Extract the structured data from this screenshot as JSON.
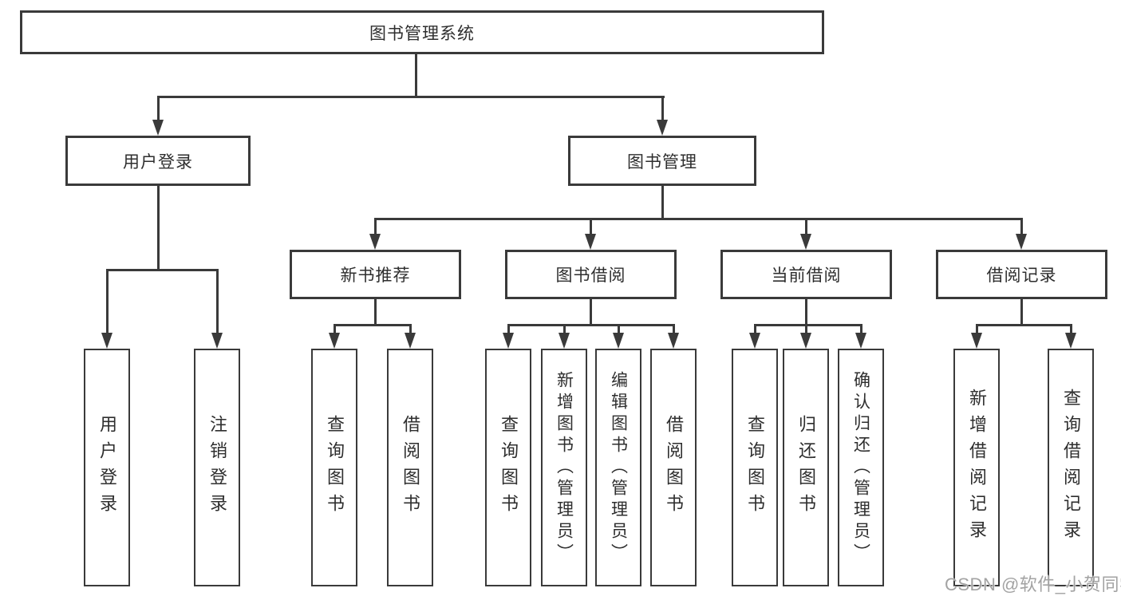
{
  "colors": {
    "line": "#3a3a3a",
    "text": "#2e2e2e",
    "background": "#ffffff",
    "watermark": "#a3a3a3"
  },
  "diagram": {
    "type": "hierarchy-flowchart",
    "root": {
      "label": "图书管理系统"
    },
    "branches": [
      {
        "label": "用户登录",
        "children": [
          {
            "label": "用户登录"
          },
          {
            "label": "注销登录"
          }
        ]
      },
      {
        "label": "图书管理",
        "sections": [
          {
            "label": "新书推荐",
            "children": [
              {
                "label": "查询图书"
              },
              {
                "label": "借阅图书"
              }
            ]
          },
          {
            "label": "图书借阅",
            "children": [
              {
                "label": "查询图书"
              },
              {
                "label": "新增图书（管理员）"
              },
              {
                "label": "编辑图书（管理员）"
              },
              {
                "label": "借阅图书"
              }
            ]
          },
          {
            "label": "当前借阅",
            "children": [
              {
                "label": "查询图书"
              },
              {
                "label": "归还图书"
              },
              {
                "label": "确认归还（管理员）"
              }
            ]
          },
          {
            "label": "借阅记录",
            "children": [
              {
                "label": "新增借阅记录"
              },
              {
                "label": "查询借阅记录"
              }
            ]
          }
        ]
      }
    ]
  },
  "watermark": {
    "text": "CSDN @软件_小贺同学"
  }
}
